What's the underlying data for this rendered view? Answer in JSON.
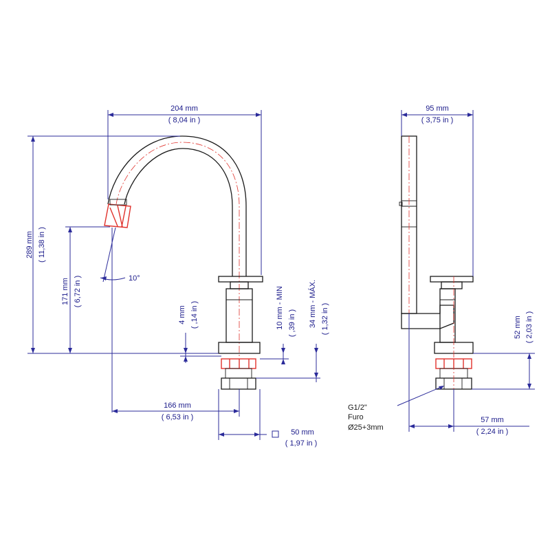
{
  "front_view": {
    "width_mm": "204 mm",
    "width_in": "( 8,04 in )",
    "height_mm": "289 mm",
    "height_in": "( 11,38 in )",
    "spout_height_mm": "171 mm",
    "spout_height_in": "( 6,72 in )",
    "angle": "10°",
    "flange_mm": "4 mm",
    "flange_in": "( ,14 in )",
    "min_mm": "10 mm - MIN",
    "min_in": "( ,39 in )",
    "max_mm": "34 mm - MÁX.",
    "max_in": "( 1,32 in )",
    "reach_mm": "166 mm",
    "reach_in": "( 6,53 in )",
    "base_mm": "50 mm",
    "base_in": "( 1,97 in )"
  },
  "side_view": {
    "width_mm": "95 mm",
    "width_in": "( 3,75 in )",
    "base_height_mm": "52 mm",
    "base_height_in": "( 2,03 in )",
    "offset_mm": "57 mm",
    "offset_in": "( 2,24 in )",
    "thread": "G1/2\"",
    "hole_label": "Furo",
    "hole_diameter": "Ø25+3mm"
  },
  "colors": {
    "dimension": "#2b2b9a",
    "part": "#1a1a1a",
    "centerline": "#e0302a"
  }
}
